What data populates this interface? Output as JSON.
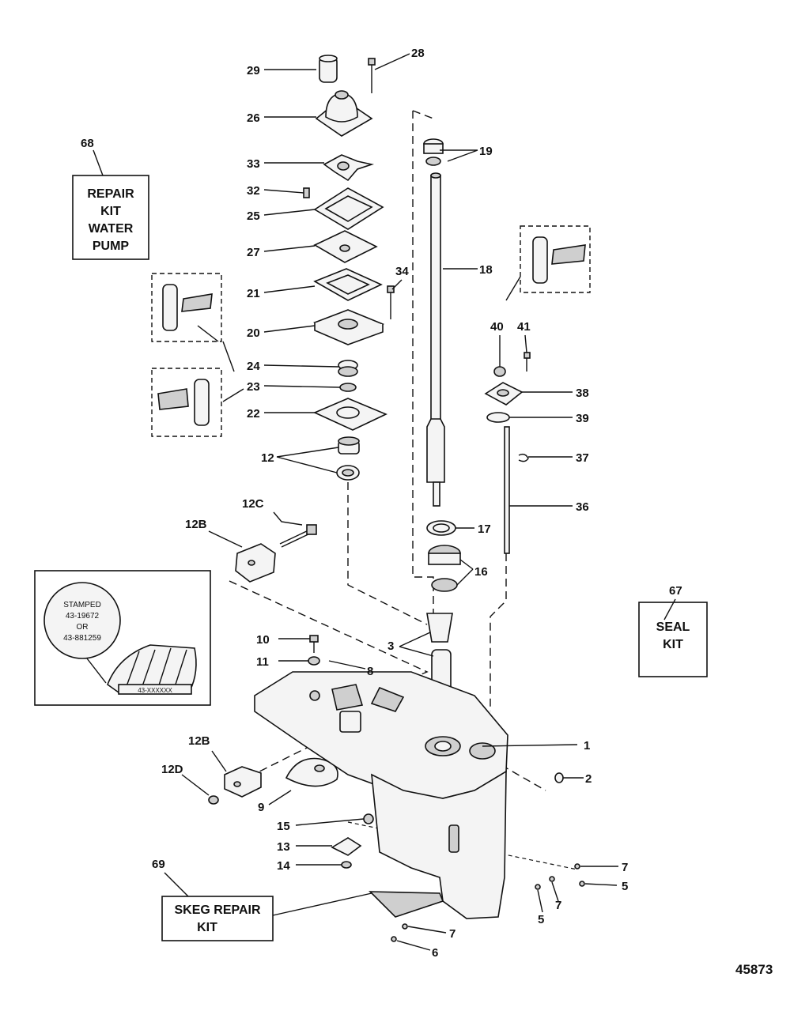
{
  "figure_number": "45873",
  "callouts": [
    "29",
    "28",
    "26",
    "33",
    "32",
    "25",
    "27",
    "21",
    "34",
    "20",
    "24",
    "23",
    "22",
    "12",
    "12C",
    "12B",
    "10",
    "11",
    "8",
    "3",
    "19",
    "18",
    "40",
    "41",
    "38",
    "39",
    "37",
    "36",
    "17",
    "16",
    "1",
    "2",
    "12B",
    "12D",
    "9",
    "15",
    "13",
    "14",
    "69",
    "68",
    "67",
    "7",
    "5",
    "7",
    "5",
    "7",
    "6"
  ],
  "kits": {
    "water_pump": [
      "REPAIR",
      "KIT",
      "WATER",
      "PUMP"
    ],
    "seal": [
      "SEAL",
      "KIT"
    ],
    "skeg": [
      "SKEG REPAIR",
      "KIT"
    ]
  },
  "stamp_note": [
    "STAMPED",
    "43-19672",
    "OR",
    "43-881259"
  ],
  "gear_marking": "43-XXXXXX"
}
